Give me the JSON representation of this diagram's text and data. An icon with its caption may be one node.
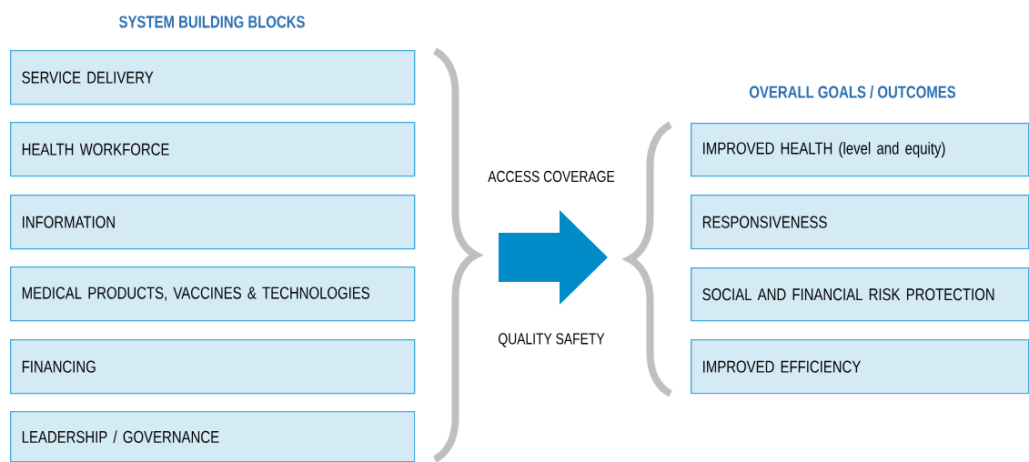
{
  "diagram": {
    "nodes": [
      {
        "text": [
          "SERVICE DELIVERY"
        ]
      },
      {
        "text": [
          "HEALTH WORKFORCE"
        ]
      },
      {
        "text": [
          "INFORMATION"
        ]
      },
      {
        "text": [
          "MEDICAL PRODUCTS, VACCINES & TECHNOLOGIES"
        ]
      },
      {
        "text": [
          "FINANCING"
        ]
      },
      {
        "text": [
          "LEADERSHIP / GOVERNANCE"
        ]
      },
      {
        "text": [
          "IMPROVED HEALTH (level and equity)"
        ]
      },
      {
        "text": [
          "RESPONSIVENESS"
        ]
      },
      {
        "text": [
          "SOCIAL AND FINANCIAL RISK PROTECTION"
        ]
      },
      {
        "text": [
          "IMPROVED EFFICIENCY"
        ]
      }
    ],
    "labels": [
      "SYSTEM BUILDING BLOCKS",
      "OVERALL GOALS / OUTCOMES",
      "ACCESS COVERAGE",
      "QUALITY SAFETY"
    ]
  }
}
